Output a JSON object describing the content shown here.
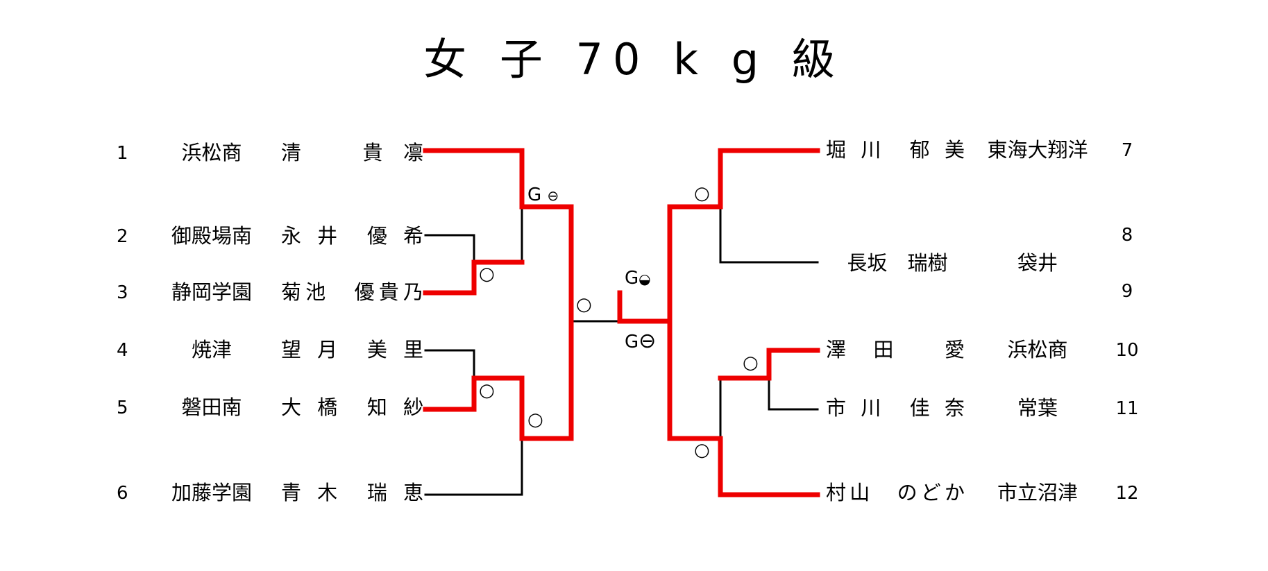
{
  "title": "女 子 70 k g 級",
  "left": [
    {
      "num": "1",
      "school": "浜松商",
      "name": "清　　貴 凛"
    },
    {
      "num": "2",
      "school": "御殿場南",
      "name": "永 井　優 希"
    },
    {
      "num": "3",
      "school": "静岡学園",
      "name": "菊池　優貴乃"
    },
    {
      "num": "4",
      "school": "焼津",
      "name": "望 月　美 里"
    },
    {
      "num": "5",
      "school": "磐田南",
      "name": "大 橋　知 紗"
    },
    {
      "num": "6",
      "school": "加藤学園",
      "name": "青 木　瑞 恵"
    }
  ],
  "right": [
    {
      "num": "7",
      "name": "堀 川　郁 美",
      "school": "東海大翔洋"
    },
    {
      "num": "8",
      "name": "",
      "school": ""
    },
    {
      "num": "9",
      "name": "",
      "school": ""
    },
    {
      "num": "10",
      "name": "澤　田　　愛",
      "school": "浜松商"
    },
    {
      "num": "11",
      "name": "市 川　佳 奈",
      "school": "常葉"
    },
    {
      "num": "12",
      "name": "村山　のどか",
      "school": "市立沼津"
    }
  ],
  "bye_entry": {
    "name": "長坂　瑞樹",
    "school": "袋井"
  },
  "marks": {
    "win_circle": "○",
    "g_label": "G",
    "g_minus": "⊖",
    "g_half": "◒"
  },
  "colors": {
    "winner_line": "#ee0000",
    "line": "#000000"
  }
}
